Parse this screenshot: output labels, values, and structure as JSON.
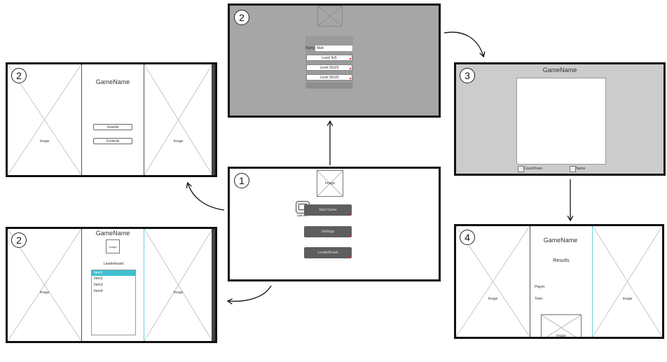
{
  "screens": {
    "settings": {
      "badge": "2",
      "title": "GameName",
      "left_image": "Image",
      "right_image": "Image",
      "buttons": [
        "Sounds",
        "Controls"
      ]
    },
    "leaderboard": {
      "badge": "2",
      "title": "GameName",
      "logo_image": "Image",
      "left_image": "Image",
      "right_image": "Image",
      "heading": "Leaderboard",
      "items": [
        "Item1",
        "Item2",
        "Item3",
        "Item4"
      ],
      "selected_color": "#3cc0cf"
    },
    "start_dialog": {
      "badge": "2",
      "name_label": "Name",
      "name_value": "Matt",
      "levels": [
        "Level 5x5",
        "Level 20x20",
        "Level 30x30"
      ]
    },
    "main_menu": {
      "badge": "1",
      "logo_image": "Image",
      "options_label": "options",
      "buttons": [
        "Start Game",
        "Settings",
        "LeaderBoard"
      ]
    },
    "game": {
      "badge": "3",
      "title": "GameName",
      "checkboxes": [
        "CountDown",
        "Name"
      ]
    },
    "results": {
      "badge": "4",
      "title": "GameName",
      "heading": "Results",
      "player_label": "Player:",
      "time_label": "Time:",
      "left_image": "Image",
      "right_image": "Image",
      "bottom_image": "Image"
    }
  },
  "colors": {
    "frame_border": "#111111",
    "dialog_overlay": "#a6a6a6",
    "game_background": "#cccccc",
    "dark_button": "#5e5e5e",
    "accent_red": "#dd2222"
  }
}
